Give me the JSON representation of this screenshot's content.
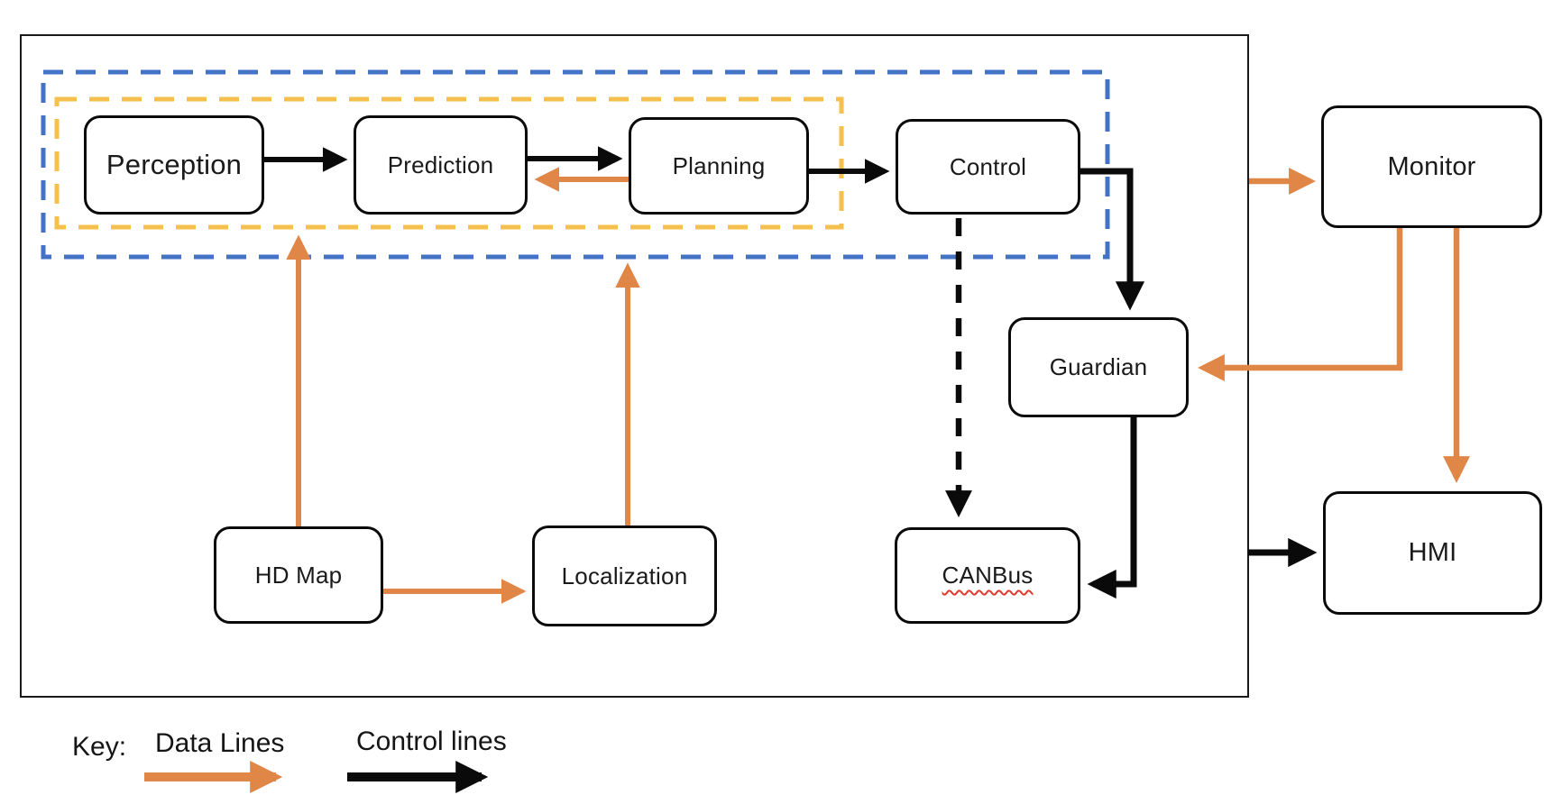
{
  "diagram": {
    "nodes": {
      "perception": {
        "label": "Perception"
      },
      "prediction": {
        "label": "Prediction"
      },
      "planning": {
        "label": "Planning"
      },
      "control": {
        "label": "Control"
      },
      "hd_map": {
        "label": "HD Map"
      },
      "localization": {
        "label": "Localization"
      },
      "canbus": {
        "label": "CANBus"
      },
      "guardian": {
        "label": "Guardian"
      },
      "monitor": {
        "label": "Monitor"
      },
      "hmi": {
        "label": "HMI"
      }
    },
    "groups": {
      "outer_dashed": {
        "name": "blue-dashed-group"
      },
      "inner_dashed": {
        "name": "yellow-dashed-group"
      }
    },
    "edges": [
      {
        "from": "Perception",
        "to": "Prediction",
        "type": "control"
      },
      {
        "from": "Prediction",
        "to": "Planning",
        "type": "control"
      },
      {
        "from": "Planning",
        "to": "Prediction",
        "type": "data"
      },
      {
        "from": "Planning",
        "to": "Control",
        "type": "control"
      },
      {
        "from": "Control",
        "to": "Guardian",
        "type": "control"
      },
      {
        "from": "Control",
        "to": "CANBus",
        "type": "control-dashed"
      },
      {
        "from": "Guardian",
        "to": "CANBus",
        "type": "control"
      },
      {
        "from": "HD Map",
        "to": "Perception",
        "type": "data"
      },
      {
        "from": "HD Map",
        "to": "Localization",
        "type": "data"
      },
      {
        "from": "Localization",
        "to": "Planning",
        "type": "data"
      },
      {
        "from": "System",
        "to": "Monitor",
        "type": "data"
      },
      {
        "from": "Monitor",
        "to": "Guardian",
        "type": "data"
      },
      {
        "from": "Monitor",
        "to": "HMI",
        "type": "data"
      },
      {
        "from": "System",
        "to": "HMI",
        "type": "control"
      }
    ],
    "key": {
      "title": "Key:",
      "data_lines_label": "Data Lines",
      "control_lines_label": "Control lines"
    },
    "colors": {
      "data_line": "#E08748",
      "control_line": "#0a0a0a",
      "outer_group_border": "#4472C4",
      "inner_group_border": "#F6C04E",
      "misspell_underline": "#e03a2f"
    }
  }
}
